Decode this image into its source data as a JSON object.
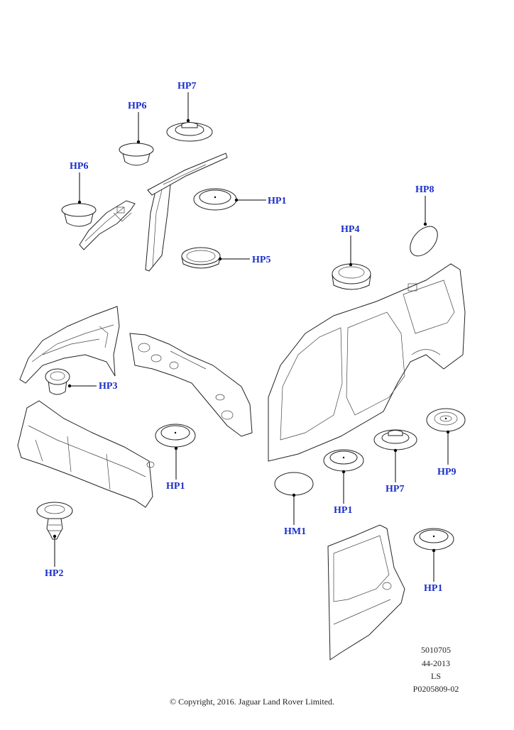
{
  "diagram": {
    "labels": {
      "hp7_top": "HP7",
      "hp6_upper": "HP6",
      "hp6_lower": "HP6",
      "hp1_upper": "HP1",
      "hp5": "HP5",
      "hp8": "HP8",
      "hp4": "HP4",
      "hp3": "HP3",
      "hp1_front": "HP1",
      "hp2": "HP2",
      "hm1": "HM1",
      "hp1_mid": "HP1",
      "hp7_lower": "HP7",
      "hp9": "HP9",
      "hp1_door": "HP1"
    },
    "label_color": "#1a2fc9",
    "reference": {
      "line1": "5010705",
      "line2": "44-2013",
      "line3": "LS",
      "line4": "P0205809-02"
    },
    "copyright": "© Copyright, 2016. Jaguar Land Rover Limited."
  }
}
